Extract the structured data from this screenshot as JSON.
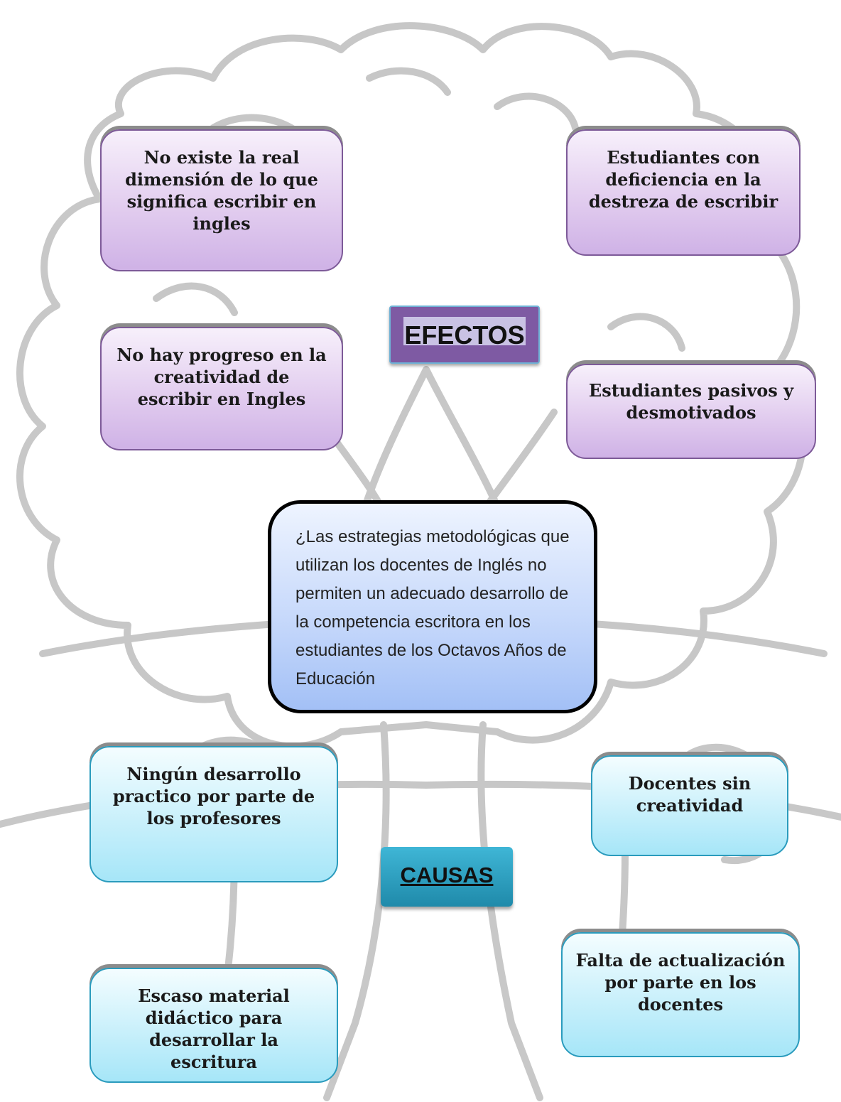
{
  "effects": {
    "heading": "EFECTOS",
    "items": [
      "No existe la real dimensión de lo que significa escribir en ingles",
      "Estudiantes con deficiencia en la destreza de escribir",
      "No hay progreso en la creatividad de escribir en Ingles",
      "Estudiantes pasivos  y desmotivados"
    ]
  },
  "problem": "¿Las estrategias metodológicas que utilizan los docentes de Inglés no permiten un adecuado desarrollo de la competencia escritora en los estudiantes de los Octavos Años de Educación",
  "causes": {
    "heading": "CAUSAS",
    "items": [
      "Ningún desarrollo practico por parte de los profesores",
      "Docentes sin creatividad",
      "Falta de actualización por parte en los docentes",
      "Escaso material didáctico para desarrollar la escritura"
    ]
  },
  "colors": {
    "effect_box": "#dcc6ee",
    "effect_heading": "#7e5aa3",
    "cause_box": "#bdeefa",
    "cause_heading": "#2aa3c6",
    "problem_box": "#b8cff9",
    "tree_outline": "#8a8a8a"
  }
}
